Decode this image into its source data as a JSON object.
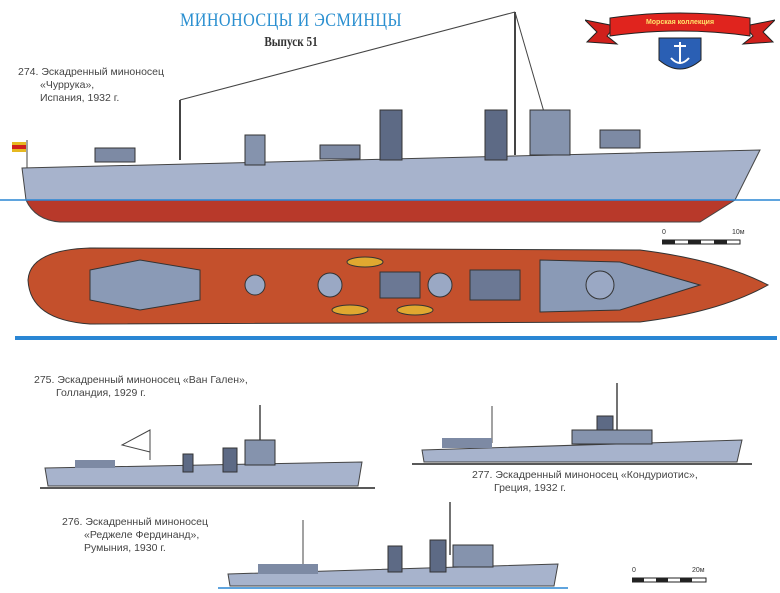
{
  "header": {
    "title": "МИНОНОСЦЫ И ЭСМИНЦЫ",
    "issue": "Выпуск 51",
    "logo_text": "Морская коллекция"
  },
  "ships": [
    {
      "number": "274.",
      "line1": "Эскадренный миноносец",
      "name": "«Чуррука»,",
      "line3": "Испания, 1932 г."
    },
    {
      "number": "275.",
      "line1": "Эскадренный миноносец «Ван Гален»,",
      "line2": "Голландия, 1929 г."
    },
    {
      "number": "276.",
      "line1": "Эскадренный миноносец",
      "name": "«Реджеле Фердинанд»,",
      "line3": "Румыния, 1930 г."
    },
    {
      "number": "277.",
      "line1": "Эскадренный миноносец «Кондуриотис»,",
      "line2": "Греция, 1932 г."
    }
  ],
  "scales": [
    {
      "start": "0",
      "end": "10м"
    },
    {
      "start": "0",
      "end": "20м"
    }
  ],
  "colors": {
    "title": "#2a8fd0",
    "hull": "#9aa8c4",
    "underbody": "#b8392a",
    "deck": "#c4502c",
    "rule": "#2a86d4"
  }
}
